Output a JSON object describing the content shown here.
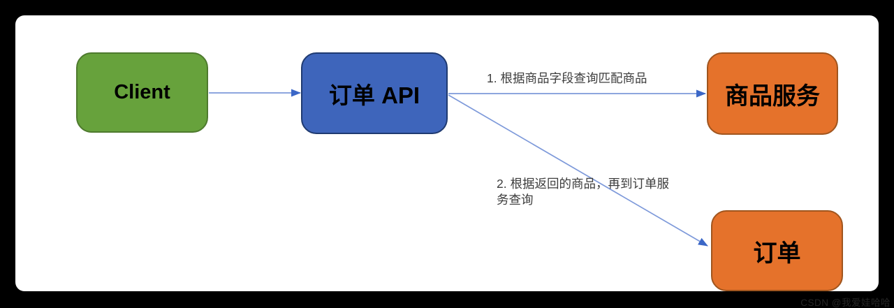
{
  "diagram": {
    "nodes": [
      {
        "id": "client",
        "label": "Client",
        "fill": "#67a23c",
        "border": "#4e7a2e"
      },
      {
        "id": "order-api",
        "label": "订单 API",
        "fill": "#3e65bb",
        "border": "#1f3a70"
      },
      {
        "id": "product-service",
        "label": "商品服务",
        "fill": "#e5722b",
        "border": "#a0551e"
      },
      {
        "id": "order",
        "label": "订单",
        "fill": "#e5722b",
        "border": "#a0551e"
      }
    ],
    "edges": [
      {
        "from": "client",
        "to": "order-api",
        "label": ""
      },
      {
        "from": "order-api",
        "to": "product-service",
        "label": "1. 根据商品字段查询匹配商品"
      },
      {
        "from": "order-api",
        "to": "order",
        "label": "2. 根据返回的商品，再到订单服务查询"
      }
    ],
    "connector_color": "#7d99da",
    "arrowhead_color": "#3b67c7",
    "label_color": "#3d3d3d"
  },
  "watermark": "CSDN @我爱娃哈哈"
}
